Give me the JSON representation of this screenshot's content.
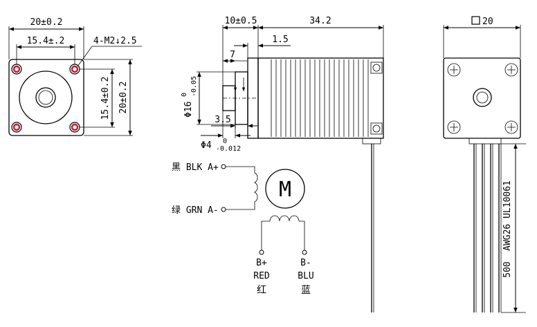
{
  "front_view": {
    "width_dim": "20±0.2",
    "hole_spacing_h": "15.4±.2",
    "thread_callout": "4-M2↓2.5",
    "hole_spacing_v": "15.4±0.2",
    "height_dim": "20±0.2"
  },
  "side_view": {
    "flange_dim": "10±0.5",
    "body_length": "34.2",
    "flange_thickness": "1.5",
    "shaft_length": "7",
    "boss_length": "3.5",
    "boss_dia_symbol": "Φ16",
    "boss_dia_tol_upper": "0",
    "boss_dia_tol_lower": "-0.05",
    "shaft_dia_symbol": "Φ4",
    "shaft_dia_tol_upper": "0",
    "shaft_dia_tol_lower": "-0.012"
  },
  "back_view": {
    "square_dim": "20",
    "lead_length": "500",
    "wire_spec": "AWG26 UL10061"
  },
  "wiring": {
    "motor_symbol": "M",
    "a_plus": "黑 BLK A+",
    "a_minus": "绿 GRN A-",
    "b_plus": "B+",
    "b_plus_color_en": "RED",
    "b_plus_color_cn": "红",
    "b_minus": "B-",
    "b_minus_color_en": "BLU",
    "b_minus_color_cn": "蓝"
  }
}
